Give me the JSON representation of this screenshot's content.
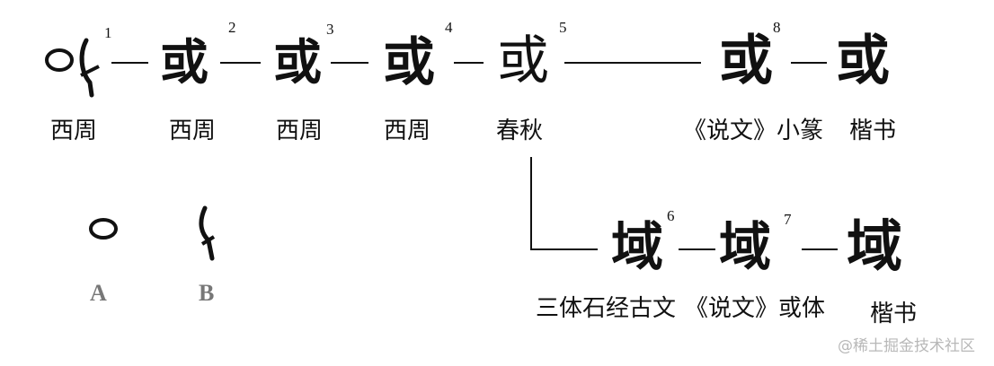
{
  "nodes": [
    {
      "id": "n1",
      "number": "1",
      "period": "西周",
      "glyph": "或"
    },
    {
      "id": "n2",
      "number": "2",
      "period": "西周",
      "glyph": "或"
    },
    {
      "id": "n3",
      "number": "3",
      "period": "西周",
      "glyph": "或"
    },
    {
      "id": "n4",
      "number": "4",
      "period": "西周",
      "glyph": "或"
    },
    {
      "id": "n5",
      "number": "5",
      "period": "春秋",
      "glyph": "或"
    },
    {
      "id": "n8",
      "number": "8",
      "period": "《说文》小篆",
      "glyph": "或"
    },
    {
      "id": "n_kai1",
      "period": "楷书",
      "glyph": "或"
    },
    {
      "id": "n6",
      "number": "6",
      "period": "三体石经古文",
      "glyph": "域"
    },
    {
      "id": "n7",
      "number": "7",
      "period": "《说文》或体",
      "glyph": "域"
    },
    {
      "id": "n_kai2",
      "period": "楷书",
      "glyph": "域"
    }
  ],
  "components": [
    {
      "id": "A",
      "label": "A"
    },
    {
      "id": "B",
      "label": "B"
    }
  ],
  "watermark": "@稀土掘金技术社区"
}
